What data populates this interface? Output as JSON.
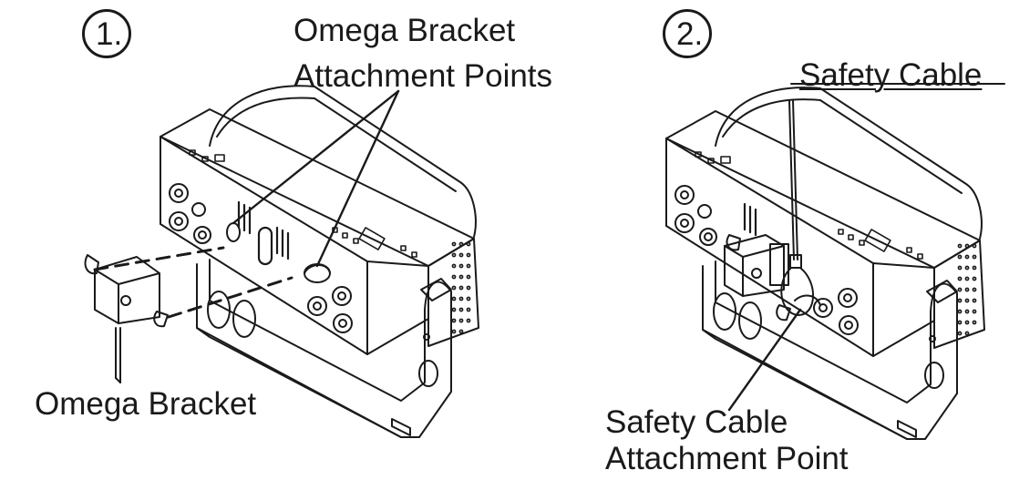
{
  "steps": [
    {
      "number": "1.",
      "labels": {
        "attachment_points_line1": "Omega Bracket",
        "attachment_points_line2": "Attachment Points",
        "bracket": "Omega Bracket"
      }
    },
    {
      "number": "2.",
      "labels": {
        "safety_cable": "Safety Cable",
        "attachment_point_line1": "Safety Cable",
        "attachment_point_line2": "Attachment Point"
      }
    }
  ]
}
